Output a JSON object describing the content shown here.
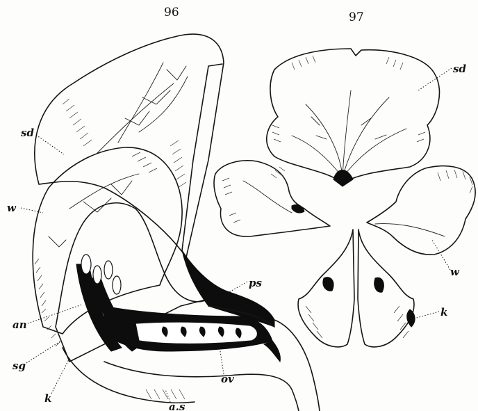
{
  "figures": [
    {
      "number": "96"
    },
    {
      "number": "97"
    }
  ],
  "labels": {
    "fig96": {
      "sd": "sd",
      "w": "w",
      "an": "an",
      "sg": "sg",
      "k": "k",
      "ps": "ps",
      "ov": "ov",
      "as": "a.s"
    },
    "fig97": {
      "sd": "sd",
      "w": "w",
      "k": "k"
    }
  },
  "colors": {
    "ink": "#151515",
    "paper": "#fdfdfb"
  }
}
